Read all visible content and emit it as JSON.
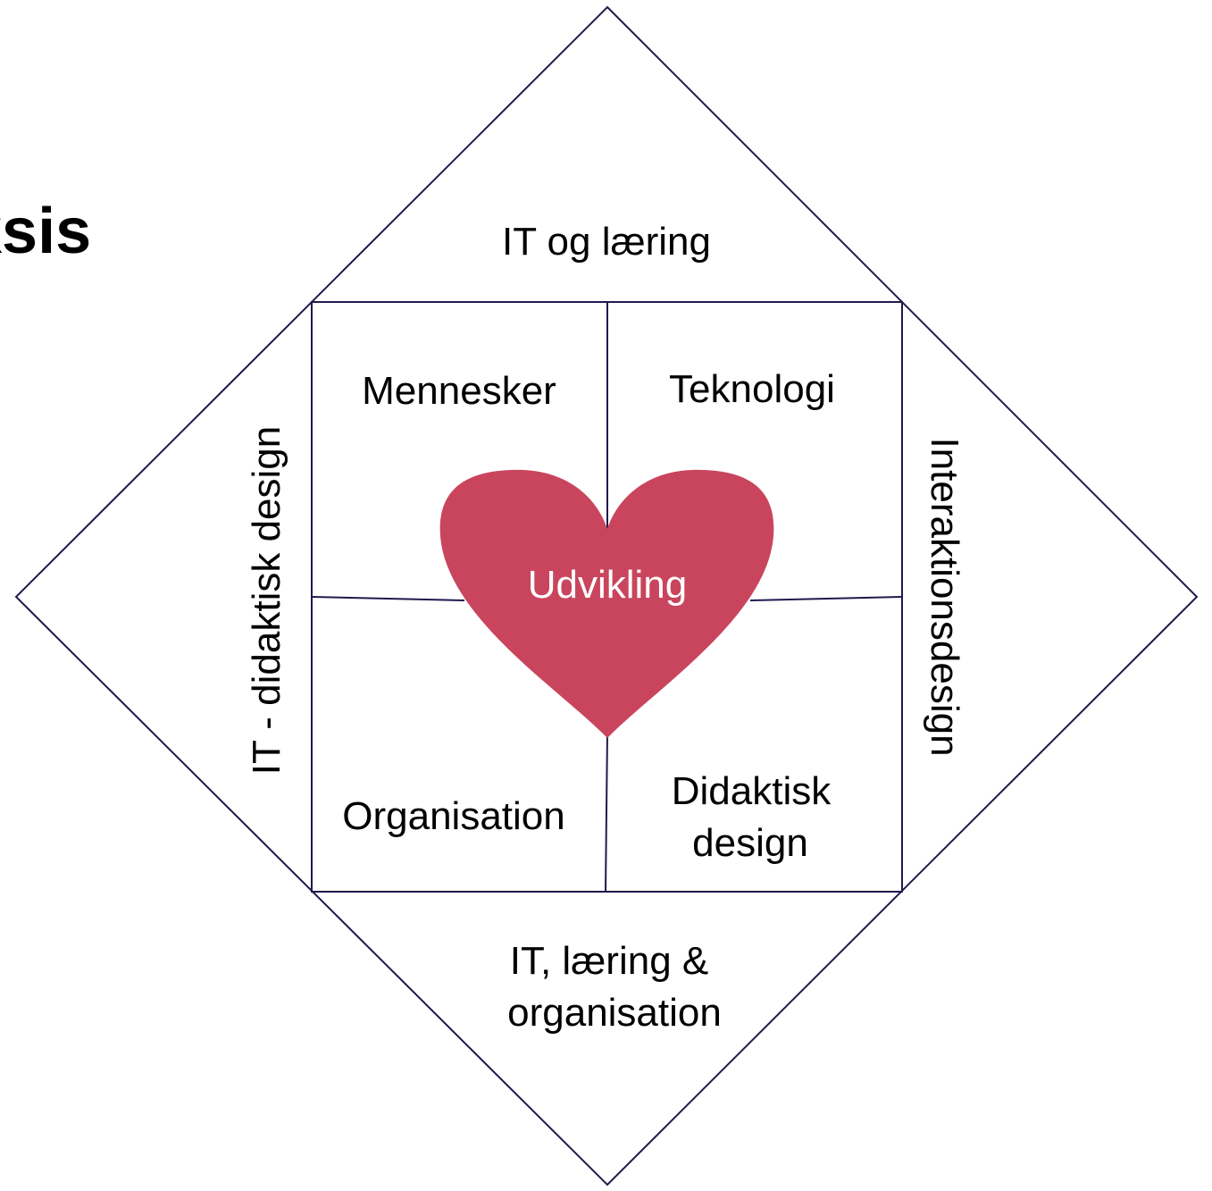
{
  "title_fragment": "ksis",
  "outer_labels": {
    "top": "IT og læring",
    "left": "IT - didaktisk design",
    "right": "Interaktionsdesign",
    "bottom_line1": "IT, læring &",
    "bottom_line2": "organisation"
  },
  "quadrants": {
    "top_left": "Mennesker",
    "top_right": "Teknologi",
    "bottom_left": "Organisation",
    "bottom_right_line1": "Didaktisk",
    "bottom_right_line2": "design"
  },
  "center": {
    "label": "Udvikling"
  },
  "colors": {
    "outline": "#1f1a4d",
    "heart": "#c9455d",
    "heart_text": "#ffffff",
    "text": "#000000"
  }
}
